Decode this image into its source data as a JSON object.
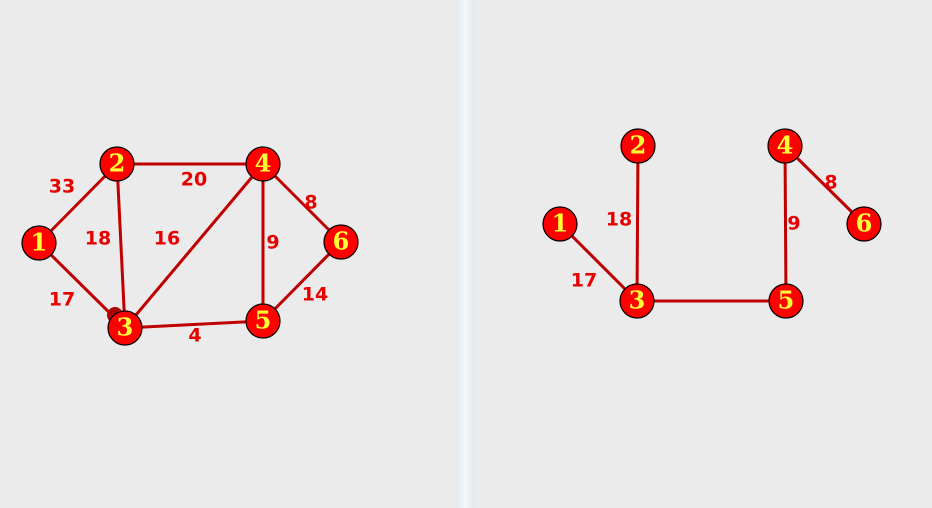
{
  "graphs": {
    "original": {
      "nodes": [
        "1",
        "2",
        "3",
        "4",
        "5",
        "6"
      ],
      "edges": [
        {
          "from": "1",
          "to": "2",
          "weight": "33"
        },
        {
          "from": "1",
          "to": "3",
          "weight": "17"
        },
        {
          "from": "2",
          "to": "3",
          "weight": "18"
        },
        {
          "from": "2",
          "to": "4",
          "weight": "20"
        },
        {
          "from": "3",
          "to": "4",
          "weight": "16"
        },
        {
          "from": "3",
          "to": "5",
          "weight": "4"
        },
        {
          "from": "4",
          "to": "5",
          "weight": "9"
        },
        {
          "from": "4",
          "to": "6",
          "weight": "8"
        },
        {
          "from": "5",
          "to": "6",
          "weight": "14"
        }
      ]
    },
    "result": {
      "nodes": [
        "1",
        "2",
        "3",
        "4",
        "5",
        "6"
      ],
      "edges": [
        {
          "from": "1",
          "to": "3",
          "weight": "17"
        },
        {
          "from": "2",
          "to": "3",
          "weight": "18"
        },
        {
          "from": "3",
          "to": "5",
          "weight": ""
        },
        {
          "from": "4",
          "to": "5",
          "weight": "9"
        },
        {
          "from": "4",
          "to": "6",
          "weight": "8"
        }
      ]
    }
  },
  "colors": {
    "edge": "#c00000",
    "node_fill": "#ff0000",
    "node_label": "#ffff33",
    "weight_label": "#e60000",
    "background": "#ebebeb"
  }
}
